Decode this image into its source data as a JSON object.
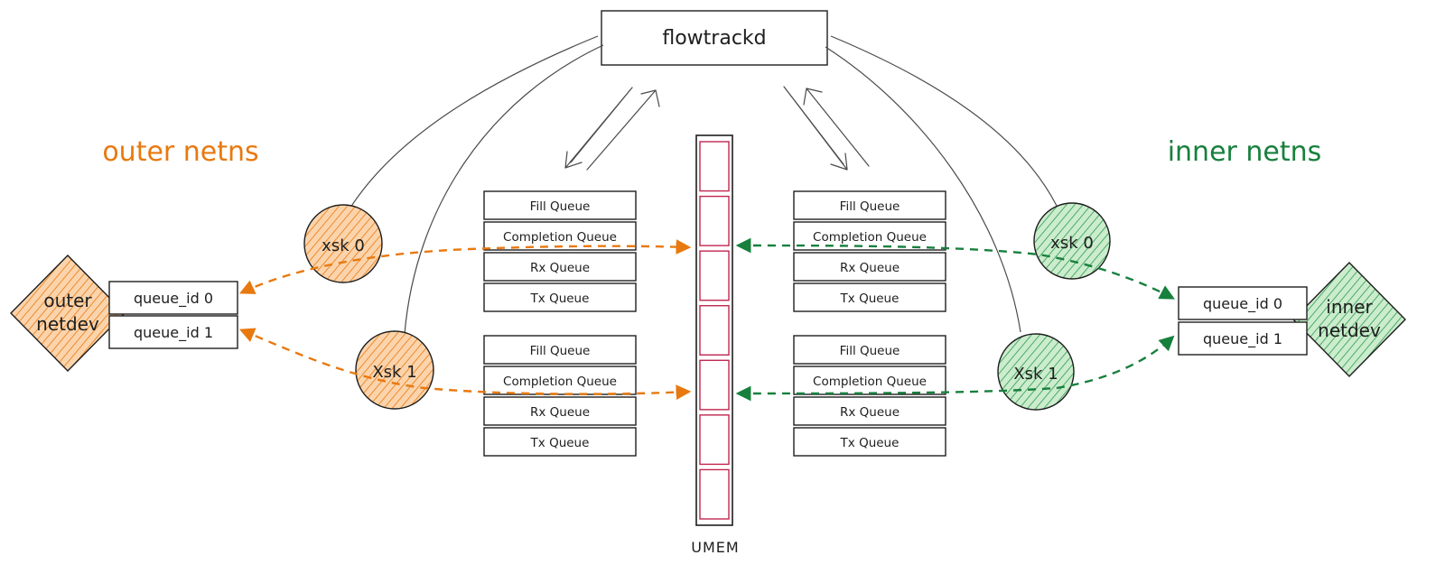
{
  "title": "flowtrackd",
  "umem_label": "UMEM",
  "outer": {
    "label": "outer netns",
    "netdev": [
      "outer",
      "netdev"
    ],
    "queue_ids": [
      "queue_id 0",
      "queue_id 1"
    ],
    "sockets": [
      "xsk 0",
      "Xsk 1"
    ]
  },
  "inner": {
    "label": "inner netns",
    "netdev": [
      "inner",
      "netdev"
    ],
    "queue_ids": [
      "queue_id 0",
      "queue_id 1"
    ],
    "sockets": [
      "xsk 0",
      "Xsk 1"
    ]
  },
  "queue_labels": [
    "Fill Queue",
    "Completion Queue",
    "Rx Queue",
    "Tx Queue"
  ],
  "umem_slot_count": 7,
  "colors": {
    "outer": "#e8790f",
    "outer_fill": "#f7c08a",
    "inner": "#17803d",
    "inner_fill": "#a6dcae",
    "umem_slot": "#c0274f",
    "ink": "#1e1e1e"
  }
}
